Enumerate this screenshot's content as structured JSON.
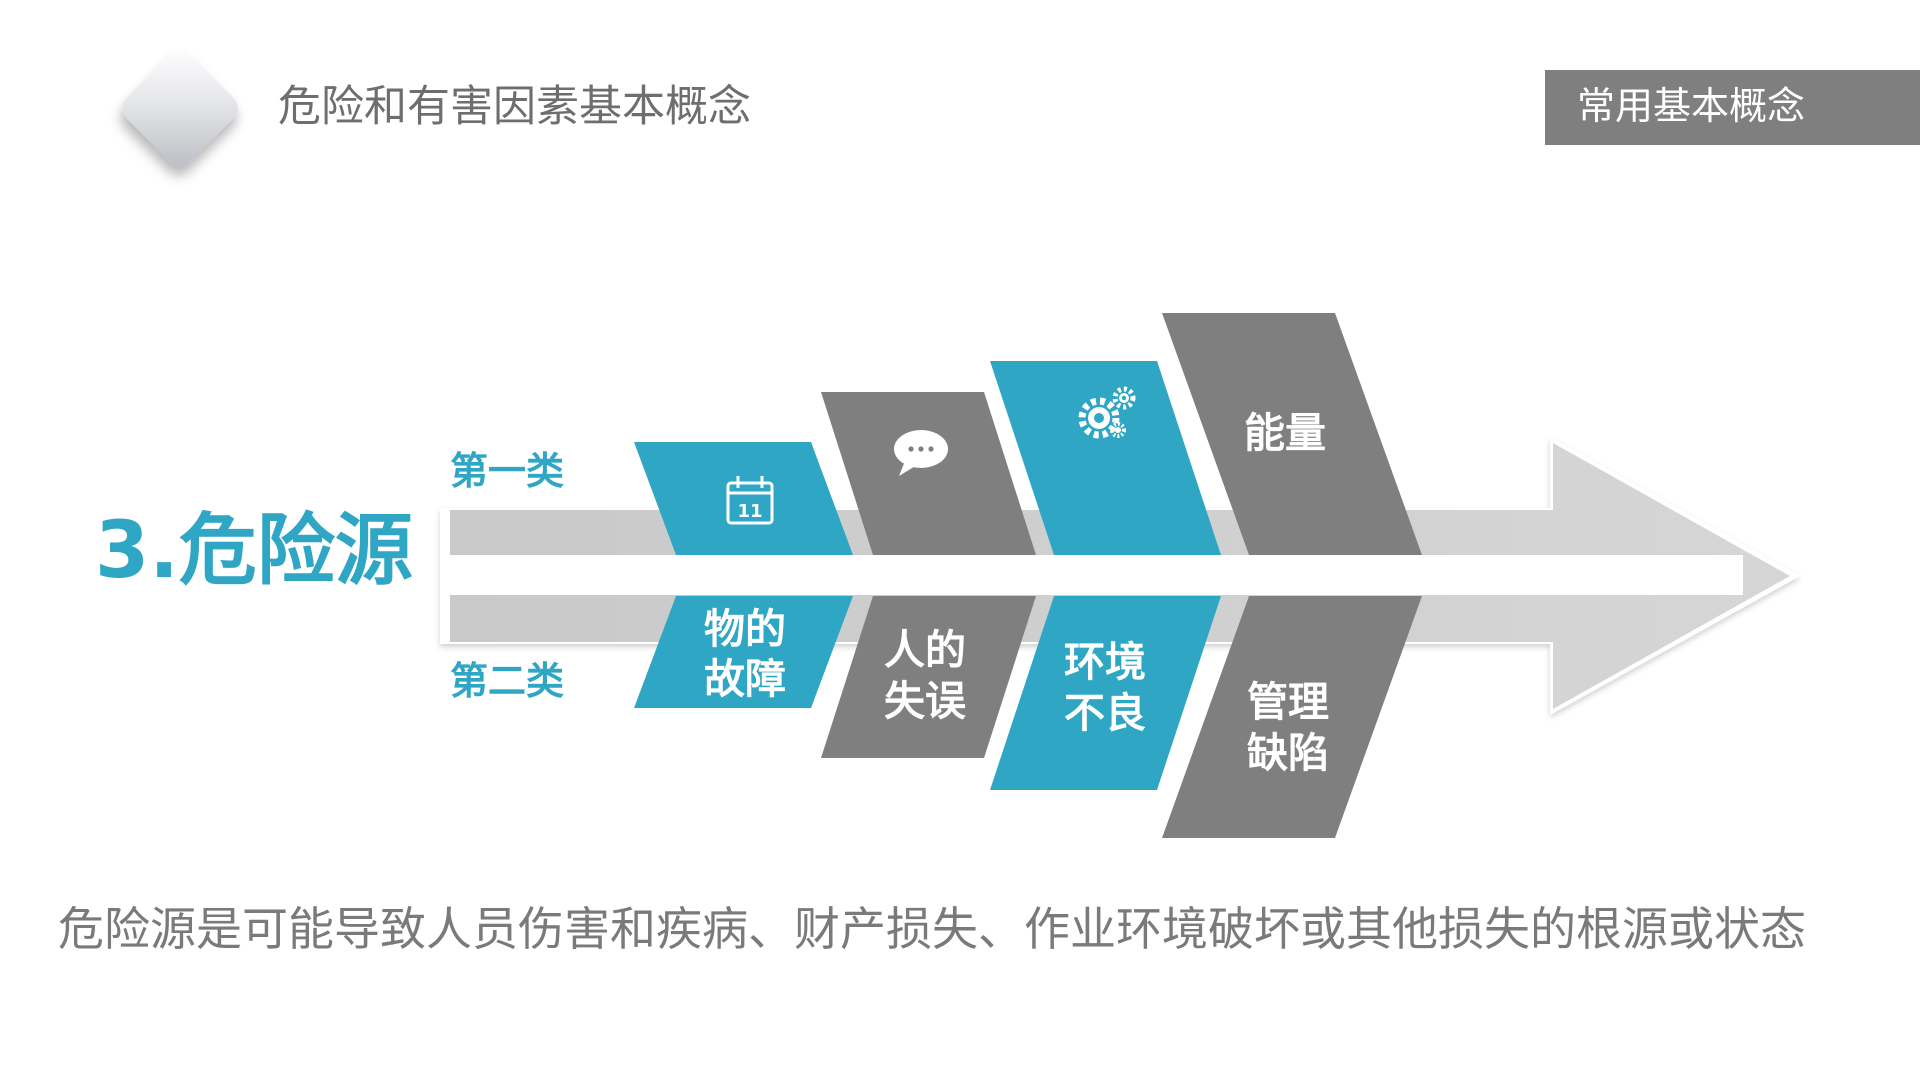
{
  "header": {
    "title": "危险和有害因素基本概念"
  },
  "section_tag": {
    "label": "常用基本概念"
  },
  "main": {
    "heading": "3.危险源",
    "category_first": "第一类",
    "category_second": "第二类",
    "panels": [
      {
        "icon": "calendar-icon",
        "icon_text": "11",
        "bottom_lines": [
          "物的",
          "故障"
        ]
      },
      {
        "icon": "speech-bubble-icon",
        "icon_text": "",
        "bottom_lines": [
          "人的",
          "失误"
        ]
      },
      {
        "icon": "gears-icon",
        "icon_text": "",
        "bottom_lines": [
          "环境",
          "不良"
        ]
      },
      {
        "icon": "",
        "top_text": "能量",
        "bottom_lines": [
          "管理",
          "缺陷"
        ]
      }
    ],
    "definition": "危险源是可能导致人员伤害和疾病、财产损失、作业环境破坏或其他损失的根源或状态"
  },
  "colors": {
    "blue": "#2fa6c4",
    "gray": "#7f7f7f",
    "text_gray": "#7a7a7a"
  }
}
